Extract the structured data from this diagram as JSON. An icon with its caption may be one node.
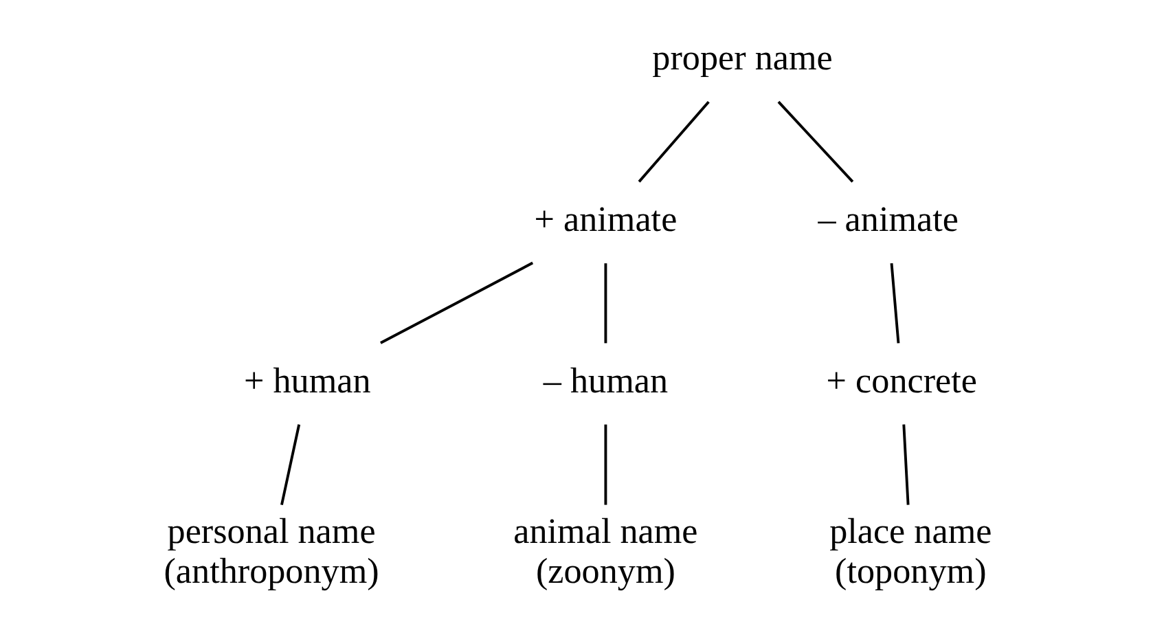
{
  "diagram": {
    "nodes": [
      {
        "text": [
          "proper name"
        ]
      },
      {
        "text": [
          "+ animate"
        ]
      },
      {
        "text": [
          "– animate"
        ]
      },
      {
        "text": [
          "+ human"
        ]
      },
      {
        "text": [
          "– human"
        ]
      },
      {
        "text": [
          "+ concrete"
        ]
      },
      {
        "text": [
          "personal name",
          "(anthroponym)"
        ]
      },
      {
        "text": [
          "animal name",
          "(zoonym)"
        ]
      },
      {
        "text": [
          "place name",
          "(toponym)"
        ]
      }
    ],
    "edges": [
      {
        "from": 0,
        "to": 1,
        "arrow": "none"
      },
      {
        "from": 0,
        "to": 2,
        "arrow": "none"
      },
      {
        "from": 1,
        "to": 3,
        "arrow": "none"
      },
      {
        "from": 1,
        "to": 4,
        "arrow": "none"
      },
      {
        "from": 2,
        "to": 5,
        "arrow": "none"
      },
      {
        "from": 3,
        "to": 6,
        "arrow": "none"
      },
      {
        "from": 4,
        "to": 7,
        "arrow": "none"
      },
      {
        "from": 5,
        "to": 8,
        "arrow": "none"
      }
    ]
  }
}
